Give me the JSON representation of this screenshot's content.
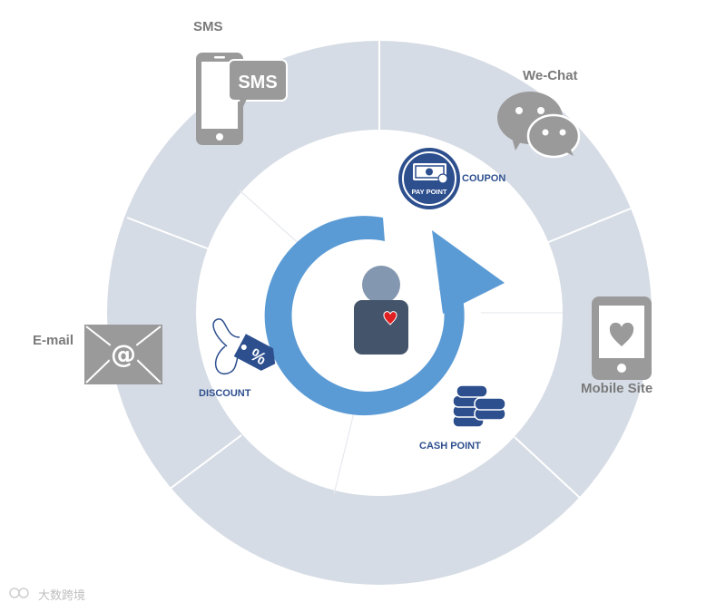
{
  "channels": {
    "sms": "SMS",
    "sms_bubble": "SMS",
    "wechat": "We-Chat",
    "email": "E-mail",
    "mobile_site": "Mobile Site"
  },
  "incentives": {
    "coupon": "COUPON",
    "pay_point": "PAY POINT",
    "discount": "DISCOUNT",
    "cash_point": "CASH POINT",
    "percent": "%"
  },
  "watermark": {
    "text": "大数跨境"
  },
  "colors": {
    "outer_ring": "#d6dce5",
    "divider": "#ffffff",
    "arrow": "#5b9bd5",
    "icon_gray": "#9a9a9a",
    "navy": "#2d4f8e",
    "person_head": "#8497b0",
    "person_body": "#44546a",
    "heart": "#e02020"
  },
  "icons": [
    "phone-icon",
    "chat-bubbles-icon",
    "envelope-icon",
    "mobile-heart-icon",
    "coupon-badge-icon",
    "price-tag-icon",
    "coin-stack-icon",
    "person-icon",
    "heart-icon",
    "cycle-arrow-icon"
  ]
}
